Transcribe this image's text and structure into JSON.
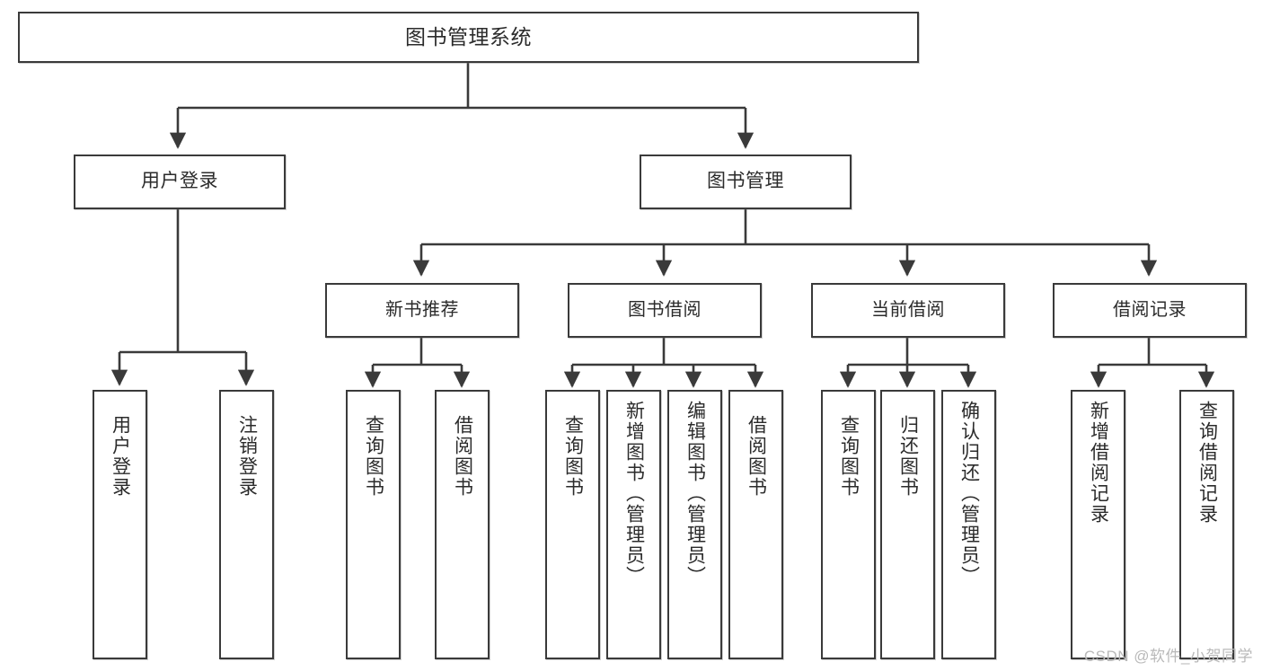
{
  "diagram": {
    "title": "图书管理系统",
    "type": "功能结构图",
    "watermark": "CSDN @软件_小贺同学",
    "style": {
      "border_color": "#3a3a3a",
      "background_color": "#ffffff",
      "text_color": "#2b2b2b",
      "connector_color": "#3a3a3a",
      "watermark_color": "#b9b9b9"
    },
    "nodes": {
      "root": {
        "label": "图书管理系统",
        "level": 0
      },
      "level1": [
        {
          "id": "user-login",
          "label": "用户登录"
        },
        {
          "id": "book-management",
          "label": "图书管理"
        }
      ],
      "level2": [
        {
          "id": "new-book-recommend",
          "label": "新书推荐",
          "parent": "book-management"
        },
        {
          "id": "book-borrow",
          "label": "图书借阅",
          "parent": "book-management"
        },
        {
          "id": "current-borrow",
          "label": "当前借阅",
          "parent": "book-management"
        },
        {
          "id": "borrow-record",
          "label": "借阅记录",
          "parent": "book-management"
        }
      ],
      "leaves": {
        "user-login": [
          {
            "id": "leaf-user-login",
            "label": "用户登录"
          },
          {
            "id": "leaf-user-logout",
            "label": "注销登录"
          }
        ],
        "new-book-recommend": [
          {
            "id": "leaf-query-book-1",
            "label": "查询图书"
          },
          {
            "id": "leaf-borrow-book-1",
            "label": "借阅图书"
          }
        ],
        "book-borrow": [
          {
            "id": "leaf-query-book-2",
            "label": "查询图书"
          },
          {
            "id": "leaf-add-book",
            "label": "新增图书（管理员）"
          },
          {
            "id": "leaf-edit-book",
            "label": "编辑图书（管理员）"
          },
          {
            "id": "leaf-borrow-book-2",
            "label": "借阅图书"
          }
        ],
        "current-borrow": [
          {
            "id": "leaf-query-book-3",
            "label": "查询图书"
          },
          {
            "id": "leaf-return-book",
            "label": "归还图书"
          },
          {
            "id": "leaf-confirm-return",
            "label": "确认归还（管理员）"
          }
        ],
        "borrow-record": [
          {
            "id": "leaf-add-record",
            "label": "新增借阅记录"
          },
          {
            "id": "leaf-query-record",
            "label": "查询借阅记录"
          }
        ]
      }
    }
  }
}
